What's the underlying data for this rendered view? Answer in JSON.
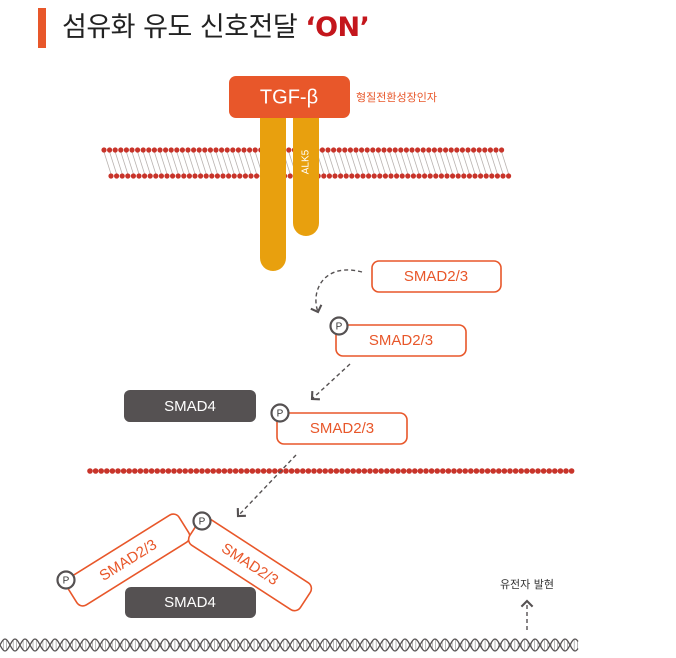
{
  "title": {
    "main": "섬유화 유도 신호전달 ",
    "highlight": "‘ON’"
  },
  "ligand": {
    "label": "TGF-β",
    "description": "형질전환성장인자"
  },
  "receptor": {
    "label": "ALK5"
  },
  "proteins": {
    "smad23_free": "SMAD2/3",
    "smad23_phos": "SMAD2/3",
    "smad4_cyto": "SMAD4",
    "smad23_complex": "SMAD2/3",
    "smad23_nuc_left": "SMAD2/3",
    "smad23_nuc_right": "SMAD2/3",
    "smad4_nuc": "SMAD4",
    "phospho": "P"
  },
  "gene_expression": "유전자 발현",
  "colors": {
    "accent": "#e8572a",
    "receptor": "#e8a00e",
    "membrane": "#c8342a",
    "smad4": "#555152",
    "phospho_ring": "#555152",
    "title_highlight": "#c4161c"
  }
}
